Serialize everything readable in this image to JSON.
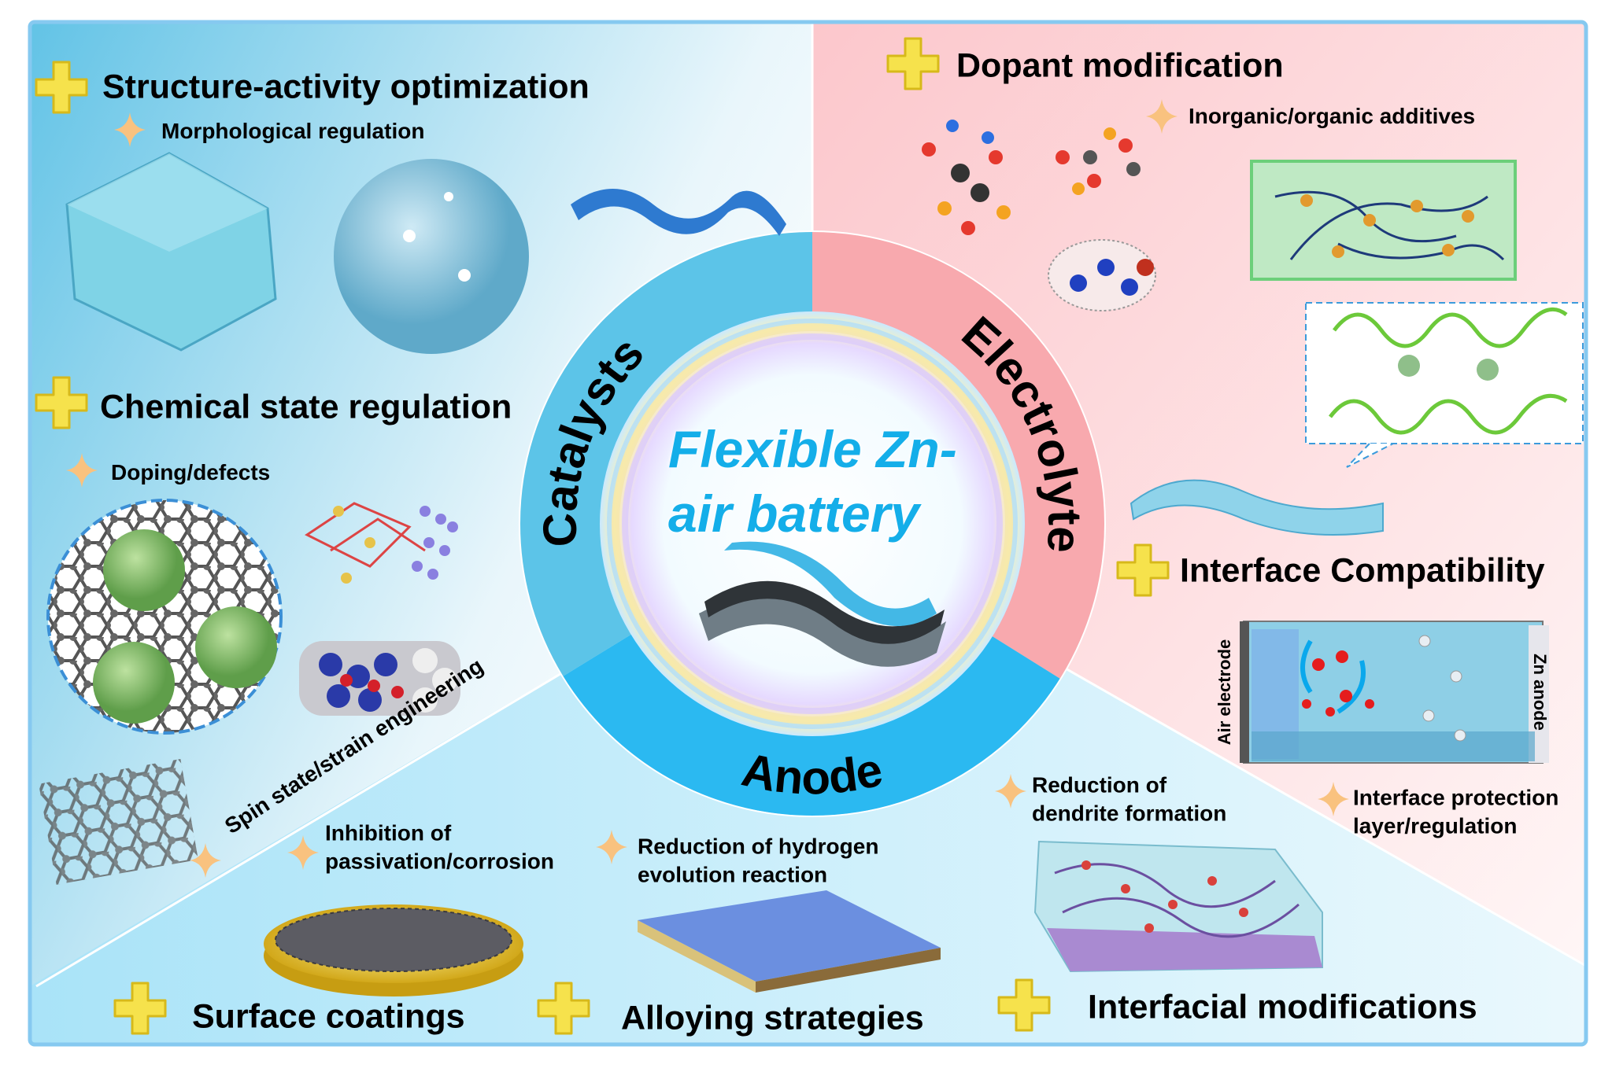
{
  "center": {
    "title_line1": "Flexible Zn-",
    "title_line2": "air battery"
  },
  "ring": {
    "catalysts": "Catalysts",
    "electrolyte": "Electrolyte",
    "anode": "Anode"
  },
  "catalysts": {
    "heading1": "Structure-activity optimization",
    "sub1": "Morphological regulation",
    "heading2": "Chemical state regulation",
    "sub2": "Doping/defects",
    "sub3": "Spin state/strain engineering"
  },
  "electrolyte": {
    "heading1": "Dopant modification",
    "sub1": "Inorganic/organic additives",
    "heading2": "Interface Compatibility",
    "sub2_line1": "Interface protection",
    "sub2_line2": "layer/regulation",
    "box_left_label": "Air electrode",
    "box_right_label": "Zn anode"
  },
  "anode": {
    "sub1_line1": "Inhibition of",
    "sub1_line2": "passivation/corrosion",
    "sub2_line1": "Reduction of hydrogen",
    "sub2_line2": "evolution reaction",
    "sub3_line1": "Reduction of",
    "sub3_line2": "dendrite formation",
    "heading1": "Surface coatings",
    "heading2": "Alloying strategies",
    "heading3": "Interfacial modifications"
  },
  "colors": {
    "catalysts_segment": "#5cc4e8",
    "electrolyte_segment": "#f8a9ae",
    "anode_segment": "#2bb9f1",
    "title": "#14aee9",
    "plus_icon": "#f6e24c",
    "star_icon": "#f9c27f"
  }
}
